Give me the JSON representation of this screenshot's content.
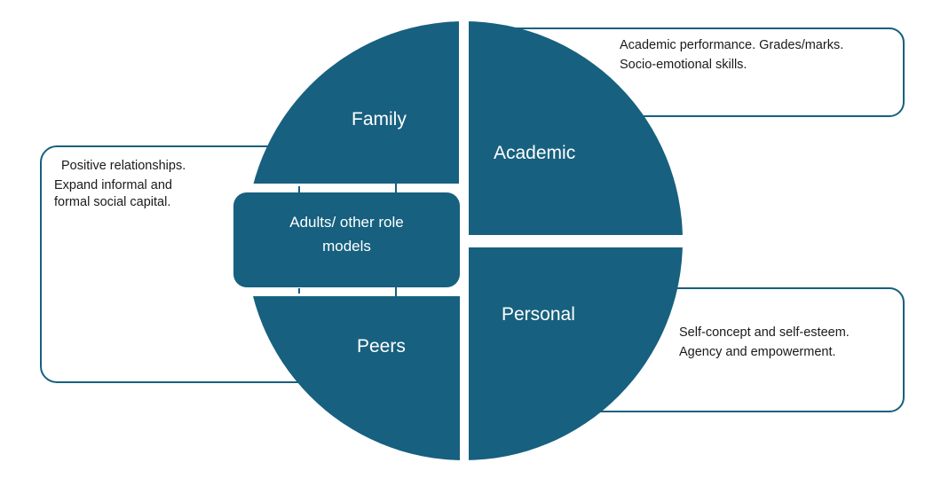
{
  "colors": {
    "segment_fill": "#17607F",
    "callout_stroke": "#17607F",
    "background": "#FFFFFF",
    "label_text": "#FFFFFF",
    "callout_text": "#1A1A1A"
  },
  "segments": {
    "family": {
      "label": "Family"
    },
    "academic": {
      "label": "Academic"
    },
    "personal": {
      "label": "Personal"
    },
    "peers": {
      "label": "Peers"
    }
  },
  "center": {
    "line1": "Adults/ other role",
    "line2": "models"
  },
  "callouts": {
    "academic": {
      "line1": "Academic performance. Grades/marks.",
      "line2": "Socio-emotional  skills."
    },
    "social": {
      "line1": "Positive relationships.",
      "line2": "Expand informal and",
      "line3": "formal social capital."
    },
    "personal": {
      "line1": "Self-concept  and self-esteem.",
      "line2": "Agency and empowerment."
    }
  }
}
